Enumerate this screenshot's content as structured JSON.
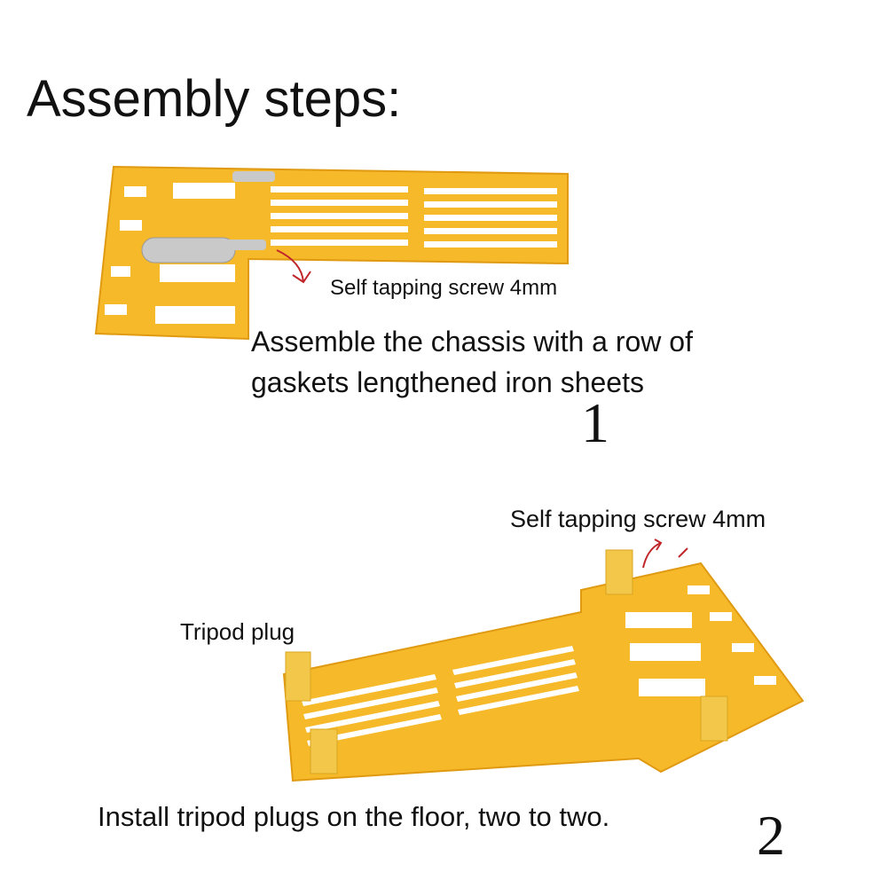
{
  "title": "Assembly steps:",
  "step1": {
    "screw_label": "Self tapping screw 4mm",
    "description_line1": "Assemble the chassis with a row of",
    "description_line2": "gaskets lengthened iron sheets",
    "number": "1"
  },
  "step2": {
    "screw_label": "Self tapping screw 4mm",
    "tripod_label": "Tripod plug",
    "description": "Install tripod plugs on the floor, two to two.",
    "number": "2"
  },
  "colors": {
    "board": "#f6b92a",
    "board_dark": "#e09a12",
    "arrow": "#c0262a",
    "metal": "#c9c9c9"
  }
}
